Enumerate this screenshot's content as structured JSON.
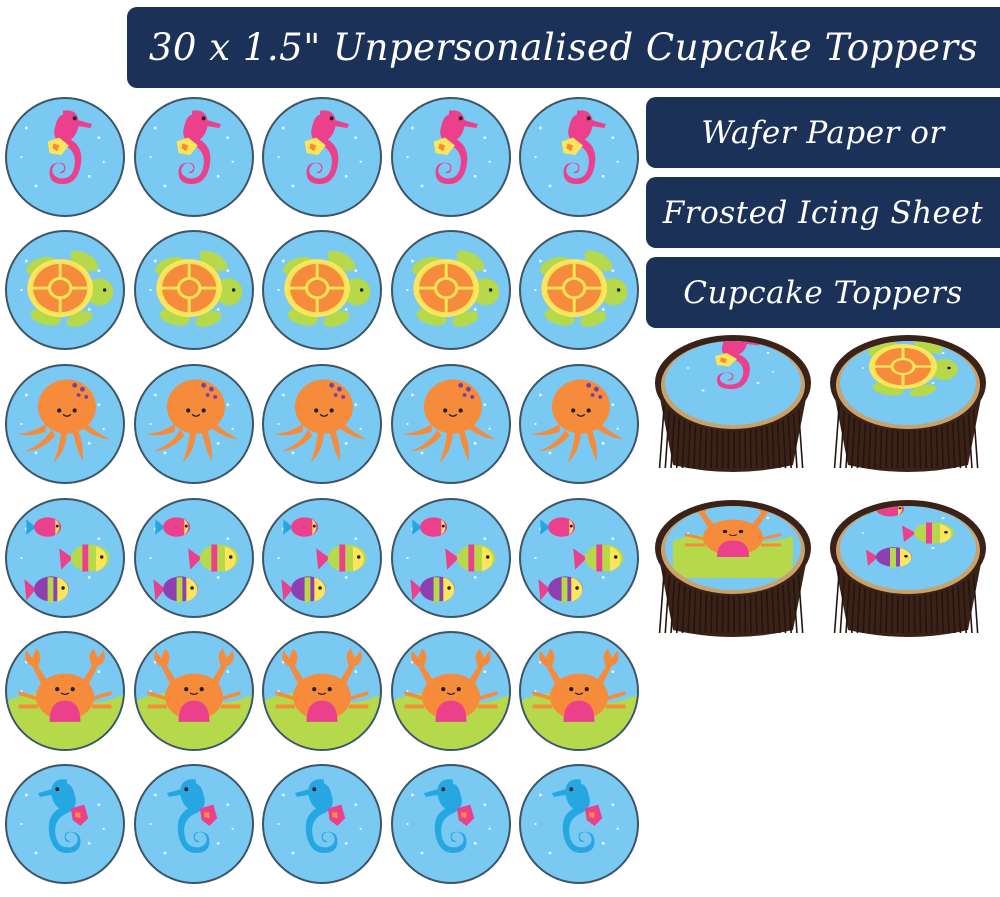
{
  "header": {
    "title": "30 x 1.5\" Unpersonalised Cupcake Toppers"
  },
  "side_banners": [
    {
      "label": "Wafer Paper or"
    },
    {
      "label": "Frosted Icing Sheet"
    },
    {
      "label": "Cupcake Toppers"
    }
  ],
  "colors": {
    "banner_bg": "#1b3157",
    "banner_text": "#ffffff",
    "water_blue": "#79c9f2",
    "circle_border": "#3e5566",
    "pink": "#ec3f8c",
    "orange": "#f68b3c",
    "lime": "#b5d94a",
    "yellow": "#fbe55a",
    "blue_seahorse": "#27a7e1",
    "cupcake_brown": "#3a2218"
  },
  "topper_grid": {
    "rows": [
      {
        "design": "pink-seahorse",
        "count": 5
      },
      {
        "design": "sea-turtle",
        "count": 5
      },
      {
        "design": "orange-octopus",
        "count": 5
      },
      {
        "design": "tropical-fish",
        "count": 5
      },
      {
        "design": "orange-crab",
        "count": 5
      },
      {
        "design": "blue-seahorse",
        "count": 5
      }
    ],
    "total": 30
  },
  "cupcake_examples": [
    {
      "design": "pink-seahorse"
    },
    {
      "design": "sea-turtle"
    },
    {
      "design": "orange-crab"
    },
    {
      "design": "tropical-fish"
    }
  ]
}
